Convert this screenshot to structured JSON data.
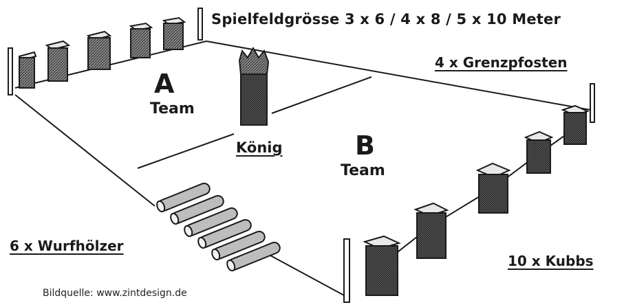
{
  "labels": {
    "field_size": "Spielfeldgrösse  3 x 6 / 4 x 8 / 5 x 10 Meter",
    "boundary_posts": "4 x Grenzpfosten",
    "team_a_letter": "A",
    "team_a_word": "Team",
    "king": "König",
    "team_b_letter": "B",
    "team_b_word": "Team",
    "throwing_sticks": "6 x Wurfhölzer",
    "kubbs": "10 x Kubbs",
    "image_source": "Bildquelle: www.zintdesign.de"
  },
  "items": {
    "kubbs_team_a": 5,
    "kubbs_team_b": 5,
    "boundary_posts": 4,
    "throwing_sticks": 6,
    "king": 1
  },
  "colors": {
    "ink": "#1a1a1a",
    "wood_dark": "#3a3a3a",
    "wood_light": "#d8d8d8",
    "background": "#ffffff"
  }
}
